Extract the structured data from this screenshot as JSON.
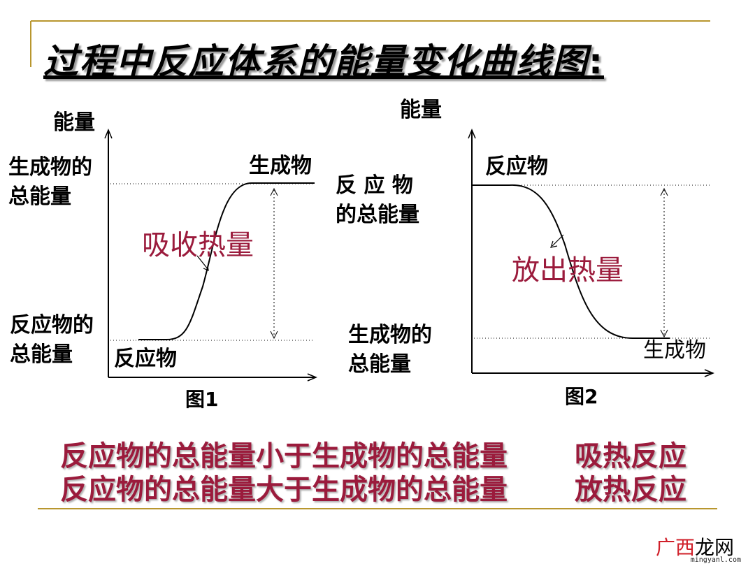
{
  "title": "过程中反应体系的能量变化曲线图",
  "title_colon": ":",
  "fig1": {
    "y_axis_label": "能量",
    "product_total_energy_label": [
      "生成物的",
      "总能量"
    ],
    "reactant_total_energy_label": [
      "反应物的",
      "总能量"
    ],
    "product_label": "生成物",
    "reactant_label": "反应物",
    "heat_label": "吸收热量",
    "caption": "图1"
  },
  "fig2": {
    "y_axis_label": "能量",
    "reactant_total_energy_label": [
      "反 应 物",
      "的总能量"
    ],
    "product_total_energy_label": [
      "生成物的",
      "总能量"
    ],
    "reactant_label": "反应物",
    "product_label": "生成物",
    "heat_label": "放出热量",
    "caption": "图2"
  },
  "conclusions": [
    {
      "condition": "反应物的总能量小于生成物的总能量",
      "result": "吸热反应"
    },
    {
      "condition": "反应物的总能量大于生成物的总能量",
      "result": "放热反应"
    }
  ],
  "watermark": {
    "red": "广西",
    "black": "龙网",
    "url": "mingyanl.com"
  },
  "colors": {
    "accent_red": "#9b1b3c",
    "rule_gold": "#b8962e"
  }
}
